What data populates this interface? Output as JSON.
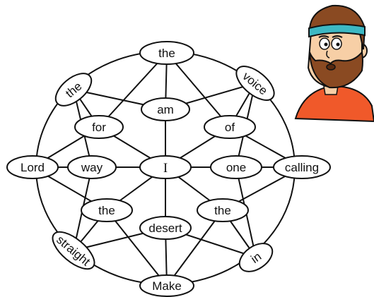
{
  "diagram": {
    "nodes": [
      {
        "id": "top",
        "label": "the"
      },
      {
        "id": "voice",
        "label": "voice"
      },
      {
        "id": "calling",
        "label": "calling"
      },
      {
        "id": "in",
        "label": "in"
      },
      {
        "id": "make",
        "label": "Make"
      },
      {
        "id": "straight",
        "label": "straight"
      },
      {
        "id": "lord",
        "label": "Lord"
      },
      {
        "id": "the_ul",
        "label": "the"
      },
      {
        "id": "am",
        "label": "am"
      },
      {
        "id": "of",
        "label": "of"
      },
      {
        "id": "one",
        "label": "one"
      },
      {
        "id": "the_r",
        "label": "the"
      },
      {
        "id": "desert",
        "label": "desert"
      },
      {
        "id": "the_l",
        "label": "the"
      },
      {
        "id": "way",
        "label": "way"
      },
      {
        "id": "for",
        "label": "for"
      },
      {
        "id": "center",
        "label": "I"
      }
    ]
  },
  "illustration": {
    "subject": "bearded man with headband",
    "colors": {
      "headband": "#3db8c3",
      "shirt": "#f0592a",
      "skin": "#f7cfa6",
      "hair": "#8a4a22"
    }
  }
}
